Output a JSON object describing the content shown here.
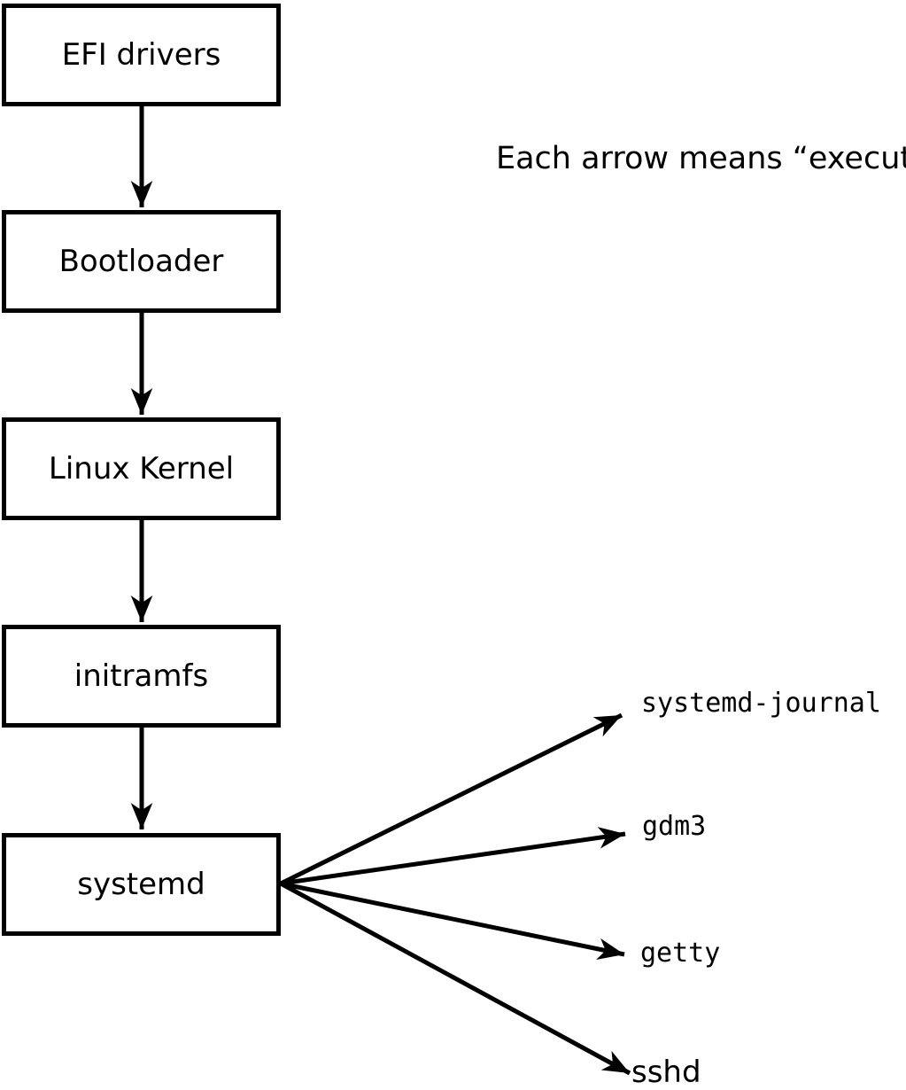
{
  "diagram": {
    "title_annotation": "Each arrow means “executes”.",
    "arrow_meaning": "executes",
    "colors": {
      "stroke": "#000000",
      "background": "#ffffff",
      "box_fill": "#ffffff"
    },
    "boxes": [
      {
        "id": "efi-drivers",
        "label": "EFI drivers"
      },
      {
        "id": "bootloader",
        "label": "Bootloader"
      },
      {
        "id": "linux-kernel",
        "label": "Linux Kernel"
      },
      {
        "id": "initramfs",
        "label": "initramfs"
      },
      {
        "id": "systemd",
        "label": "systemd"
      }
    ],
    "processes": [
      {
        "id": "systemd-journal",
        "label": "systemd-journal"
      },
      {
        "id": "gdm3",
        "label": "gdm3"
      },
      {
        "id": "getty",
        "label": "getty"
      },
      {
        "id": "sshd",
        "label": "sshd"
      }
    ],
    "edges": [
      {
        "from": "EFI drivers",
        "to": "Bootloader"
      },
      {
        "from": "Bootloader",
        "to": "Linux Kernel"
      },
      {
        "from": "Linux Kernel",
        "to": "initramfs"
      },
      {
        "from": "initramfs",
        "to": "systemd"
      },
      {
        "from": "systemd",
        "to": "systemd-journal"
      },
      {
        "from": "systemd",
        "to": "gdm3"
      },
      {
        "from": "systemd",
        "to": "getty"
      },
      {
        "from": "systemd",
        "to": "sshd"
      }
    ]
  }
}
